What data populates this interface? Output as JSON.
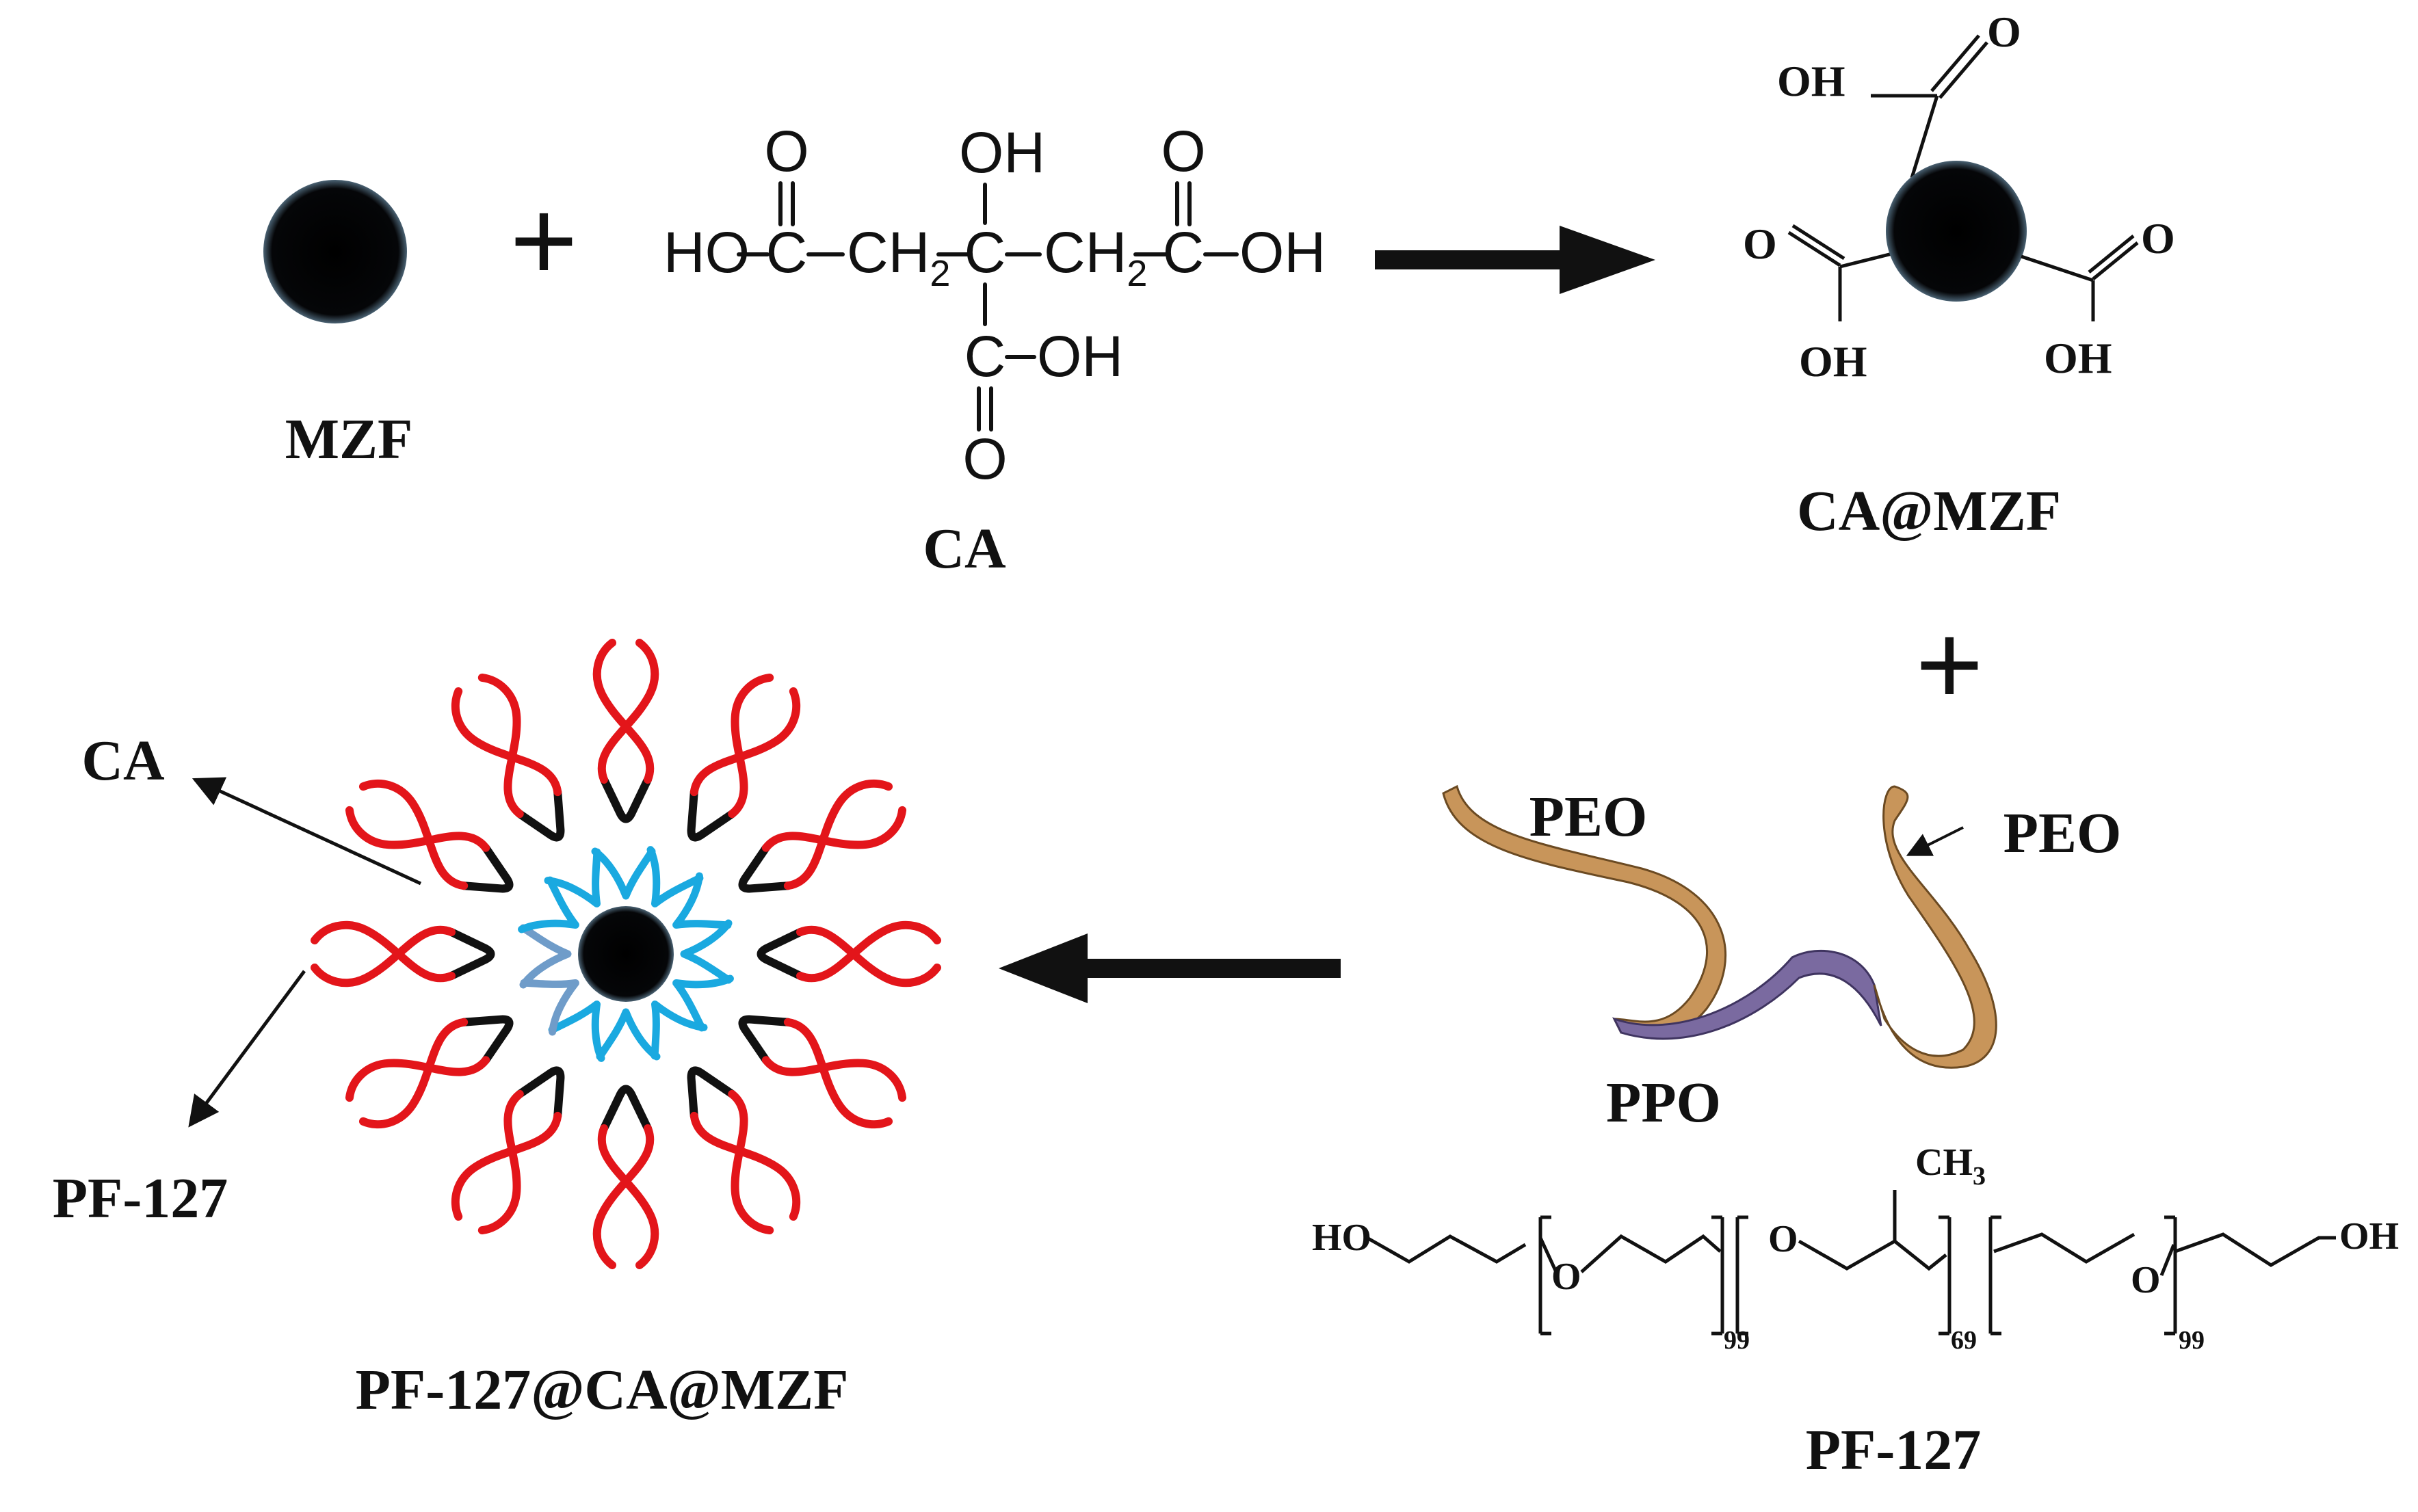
{
  "labels": {
    "mzf": "MZF",
    "ca": "CA",
    "ca_mzf": "CA@MZF",
    "pf127_ca_mzf": "PF-127@CA@MZF",
    "pf127": "PF-127",
    "peo_left": "PEO",
    "peo_right": "PEO",
    "ppo": "PPO",
    "pointer_ca": "CA",
    "pointer_pf127": "PF-127",
    "plus_top": "+",
    "plus_right": "+"
  },
  "citric_acid": {
    "ho": "HO",
    "c": "C",
    "ch2": "CH",
    "sub2": "2",
    "oh": "OH",
    "o": "O"
  },
  "ca_mzf_groups": {
    "oh": "OH",
    "o": "O"
  },
  "pf127_formula": {
    "ho": "HO",
    "oh": "OH",
    "o": "O",
    "ch3": "CH",
    "sub3": "3",
    "n_peo": "99",
    "n_ppo": "69"
  },
  "colors": {
    "particle": "#000000",
    "pf127_chain": "#e3151a",
    "ca_ligand": "#1aa9e0",
    "ca_ligand_alt": "#6f9cc9",
    "peo_ribbon": "#c8955a",
    "ppo_ribbon": "#7a6aa0"
  }
}
